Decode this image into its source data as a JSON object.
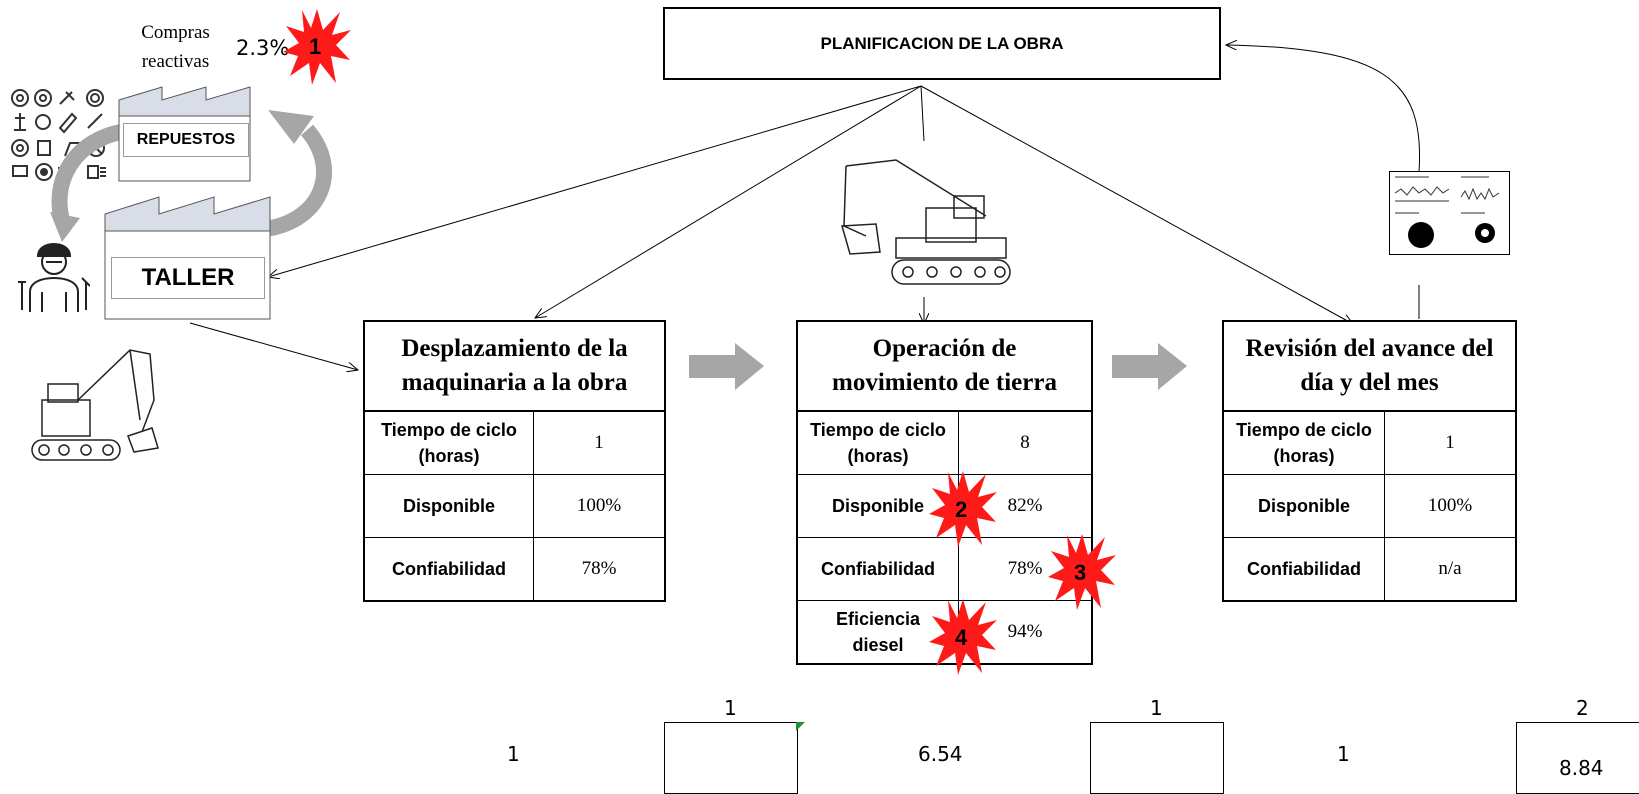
{
  "planning_title": "PLANIFICACION DE LA OBRA",
  "reactive_purchases": {
    "label_line1": "Compras",
    "label_line2": "reactivas",
    "value": "2.3%"
  },
  "spares_label": "REPUESTOS",
  "workshop_label": "TALLER",
  "processes": [
    {
      "title_line1": "Desplazamiento de la",
      "title_line2": "maquinaria a la obra",
      "rows": [
        {
          "label_line1": "Tiempo de ciclo",
          "label_line2": "(horas)",
          "value": "1"
        },
        {
          "label_line1": "Disponible",
          "label_line2": "",
          "value": "100%"
        },
        {
          "label_line1": "Confiabilidad",
          "label_line2": "",
          "value": "78%"
        }
      ]
    },
    {
      "title_line1": "Operación de",
      "title_line2": "movimiento de tierra",
      "rows": [
        {
          "label_line1": "Tiempo de ciclo",
          "label_line2": "(horas)",
          "value": "8"
        },
        {
          "label_line1": "Disponible",
          "label_line2": "",
          "value": "82%"
        },
        {
          "label_line1": "Confiabilidad",
          "label_line2": "",
          "value": "78%"
        },
        {
          "label_line1": "Eficiencia",
          "label_line2": "diesel",
          "value": "94%"
        }
      ]
    },
    {
      "title_line1": "Revisión del avance del",
      "title_line2": "día y del mes",
      "rows": [
        {
          "label_line1": "Tiempo de ciclo",
          "label_line2": "(horas)",
          "value": "1"
        },
        {
          "label_line1": "Disponible",
          "label_line2": "",
          "value": "100%"
        },
        {
          "label_line1": "Confiabilidad",
          "label_line2": "",
          "value": "n/a"
        }
      ]
    }
  ],
  "markers": [
    "1",
    "2",
    "3",
    "4"
  ],
  "timeline": {
    "top_values": [
      "1",
      "1",
      "2"
    ],
    "bottom_values": [
      "1",
      "6.54",
      "1",
      "8.84"
    ]
  },
  "colors": {
    "marker_red": "#ff1a1a",
    "arrow_gray": "#a6a6a6",
    "factory_roof": "#d9dde8"
  }
}
